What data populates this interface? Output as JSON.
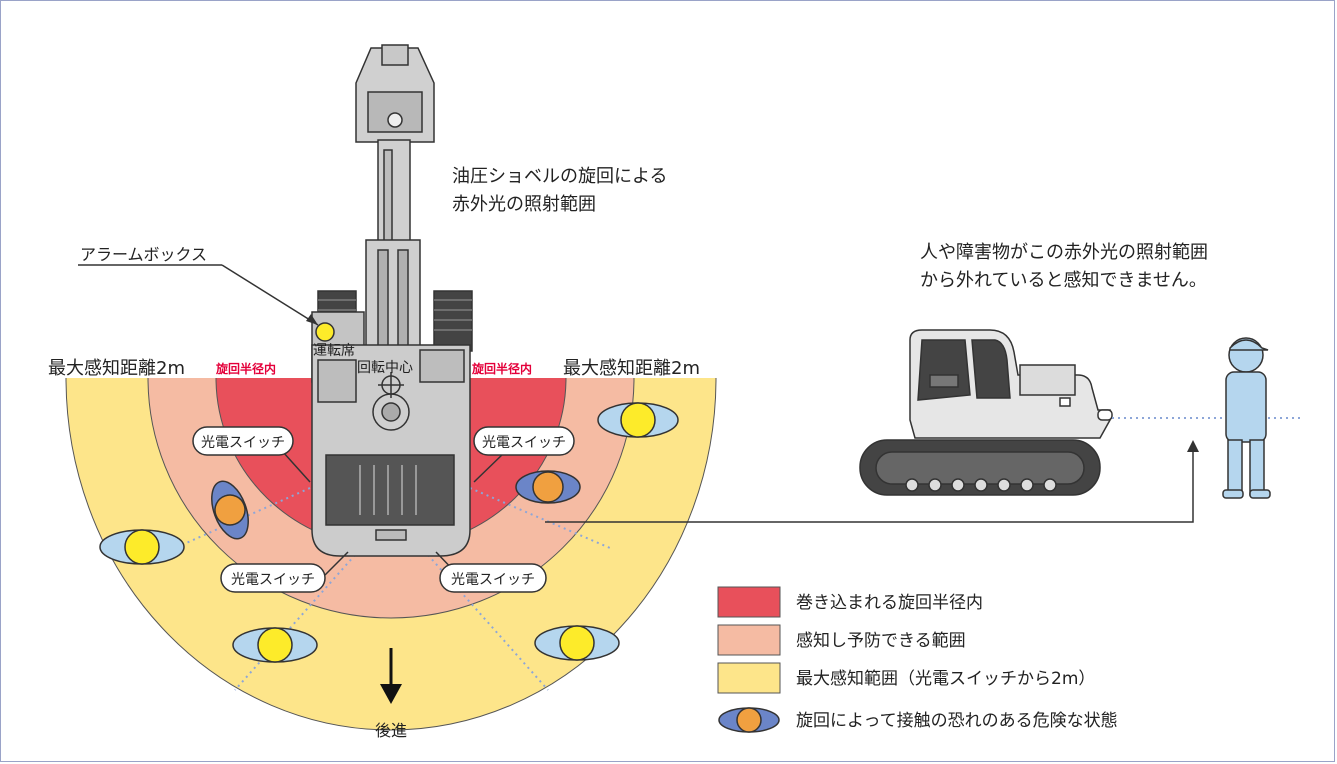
{
  "title": {
    "line1": "油圧ショベルの旋回による",
    "line2": "赤外光の照射範囲"
  },
  "note": {
    "line1": "人や障害物がこの赤外光の照射範囲",
    "line2": "から外れていると感知できません。"
  },
  "labels": {
    "alarm_box": "アラームボックス",
    "operator_seat": "運転席",
    "rotation_center": "回転中心",
    "max_distance_left": "最大感知距離2m",
    "max_distance_right": "最大感知距離2m",
    "swing_radius_left": "旋回半径内",
    "swing_radius_right": "旋回半径内",
    "switch_upper_left": "光電スイッチ",
    "switch_upper_right": "光電スイッチ",
    "switch_lower_left": "光電スイッチ",
    "switch_lower_right": "光電スイッチ",
    "reverse": "後進"
  },
  "legend": [
    {
      "text": "巻き込まれる旋回半径内",
      "color": "#e8505b"
    },
    {
      "text": "感知し予防できる範囲",
      "color": "#f5bba3"
    },
    {
      "text": "最大感知範囲（光電スイッチから2m）",
      "color": "#fde58a"
    },
    {
      "text": "旋回によって接触の恐れのある危険な状態",
      "color": "#f0a040"
    }
  ],
  "colors": {
    "zone_red": "#e8505b",
    "zone_pink": "#f5bba3",
    "zone_yellow": "#fde58a",
    "person_danger": "#f0a040",
    "person_safe": "#fdeb2a",
    "shoulder_danger": "#6b85c8",
    "shoulder_safe": "#b5d6ee",
    "machine_grey": "#cccccc"
  }
}
